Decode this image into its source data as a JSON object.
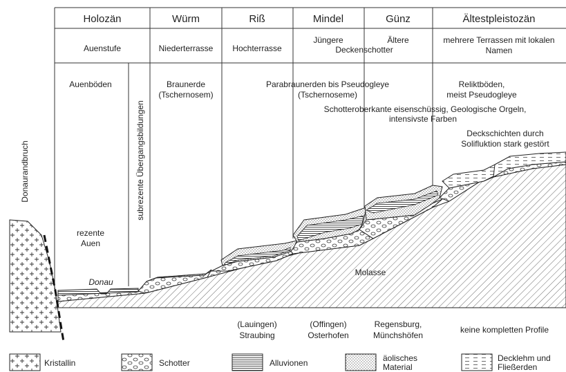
{
  "header": {
    "periods": [
      "Holozän",
      "Würm",
      "Riß",
      "Mindel",
      "Günz",
      "Ältestpleistozän"
    ]
  },
  "terraces": {
    "auenstufe": "Auenstufe",
    "niederterrasse": "Niederterrasse",
    "hochterrasse": "Hochterrasse",
    "juengere": "Jüngere",
    "aeltere": "Ältere",
    "deckenschotter": "Deckenschotter",
    "mehrere": [
      "mehrere Terrassen mit lokalen",
      "Namen"
    ]
  },
  "soils": {
    "auenboeden": "Auenböden",
    "uebergang": "subrezente  Übergangsbildungen",
    "braunerde": [
      "Braunerde",
      "(Tschernosem)"
    ],
    "parabraun": [
      "Parabraunerden bis Pseudogleye",
      "(Tschernoseme)"
    ],
    "relikt": [
      "Reliktböden,",
      "meist Pseudogleye"
    ]
  },
  "notes": {
    "schotter": [
      "Schotteroberkante eisenschüssig, Geologische Orgeln,",
      "intensivste Farben"
    ],
    "deck": [
      "Deckschichten durch",
      "Solifluktion stark gestört"
    ],
    "rezente": [
      "rezente",
      "Auen"
    ],
    "donau": "Donau",
    "molasse": "Molasse",
    "donaurandbruch": "Donaurandbruch"
  },
  "sites": {
    "lauingen": [
      "(Lauingen)",
      "Straubing"
    ],
    "offingen": [
      "(Offingen)",
      "Osterhofen"
    ],
    "regensburg": [
      "Regensburg,",
      "Münchshöfen"
    ],
    "keine": "keine kompletten Profile"
  },
  "legend": {
    "kristallin": "Kristallin",
    "schotter": "Schotter",
    "alluvionen": "Alluvionen",
    "aeolisch": [
      "äolisches",
      "Material"
    ],
    "decklehm": [
      "Decklehm und",
      "Fließerden"
    ]
  }
}
